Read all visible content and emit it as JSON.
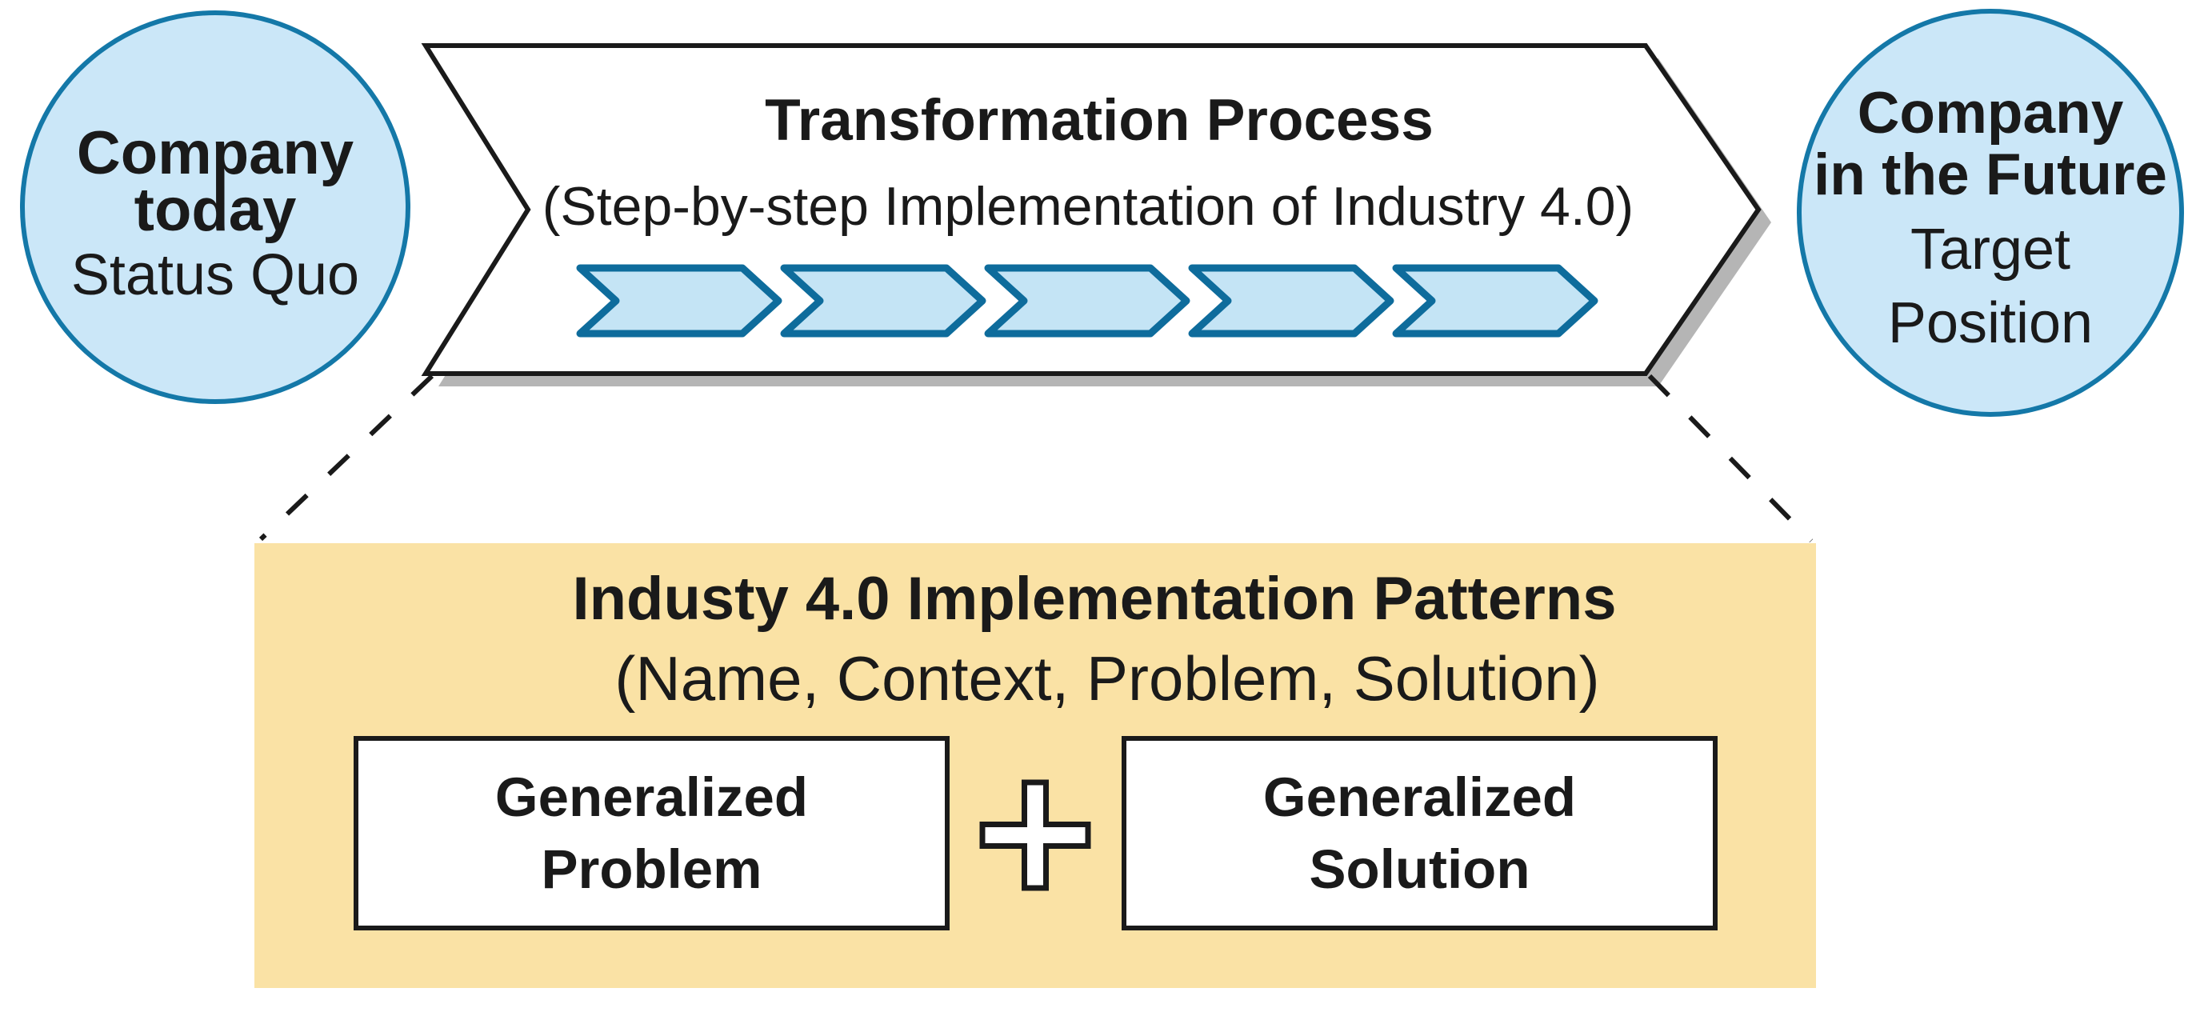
{
  "figure": {
    "description": "Industry 4.0 transformation process diagram"
  },
  "colors": {
    "circle_fill": "#cbe7f8",
    "circle_stroke": "#1478a8",
    "banner_fill": "#ffffff",
    "banner_stroke": "#1a1a1a",
    "chevron_fill": "#c4e4f5",
    "chevron_stroke": "#0e6c9c",
    "panel_fill": "#fae2a5",
    "shadow": "#b5b5b5",
    "box_fill": "#ffffff",
    "box_stroke": "#1a1a1a",
    "text": "#1a1a1a"
  },
  "left_circle": {
    "title_lines": [
      "Company",
      "today"
    ],
    "subtitle": "Status Quo"
  },
  "banner": {
    "title": "Transformation Process",
    "subtitle": "(Step-by-step Implementation of Industry 4.0)",
    "chevron_count": 5
  },
  "right_circle": {
    "title_lines": [
      "Company",
      "in the Future"
    ],
    "subtitle_lines": [
      "Target",
      "Position"
    ]
  },
  "panel": {
    "title": "Industy 4.0 Implementation Patterns",
    "subtitle": "(Name, Context, Problem, Solution)",
    "left_box_lines": [
      "Generalized",
      "Problem"
    ],
    "operator": "+",
    "right_box_lines": [
      "Generalized",
      "Solution"
    ]
  }
}
